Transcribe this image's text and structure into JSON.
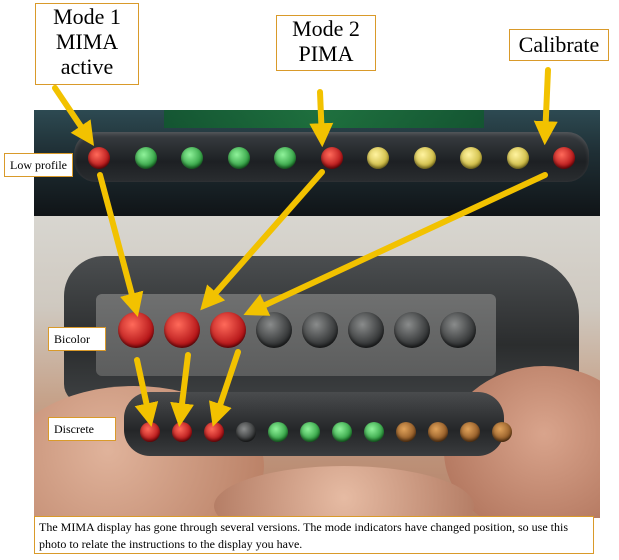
{
  "labels": {
    "mode1": [
      "Mode 1",
      "MIMA",
      "active"
    ],
    "mode2": [
      "Mode 2",
      "PIMA"
    ],
    "calibrate": "Calibrate",
    "low_profile": "Low profile",
    "bicolor": "Bicolor",
    "discrete": "Discrete"
  },
  "caption": "The MIMA display has gone through several versions. The mode indicators have changed position, so use this photo to relate the instructions to the display you have.",
  "colors": {
    "arrow": "#f2c200",
    "label_border": "#d99a2a",
    "led_red": "#c4161c",
    "led_green": "#38b24a",
    "led_yellow": "#e3d14a"
  },
  "displays": {
    "low_profile_leds": [
      "red",
      "green",
      "green",
      "green",
      "green",
      "red",
      "yellow",
      "yellow",
      "yellow",
      "yellow",
      "red"
    ],
    "bicolor_leds": [
      "red",
      "red",
      "red",
      "off",
      "off",
      "off",
      "off",
      "off"
    ],
    "discrete_leds": [
      "red",
      "red",
      "red",
      "off",
      "green",
      "green",
      "green",
      "green",
      "amber",
      "amber",
      "amber",
      "amber"
    ]
  }
}
